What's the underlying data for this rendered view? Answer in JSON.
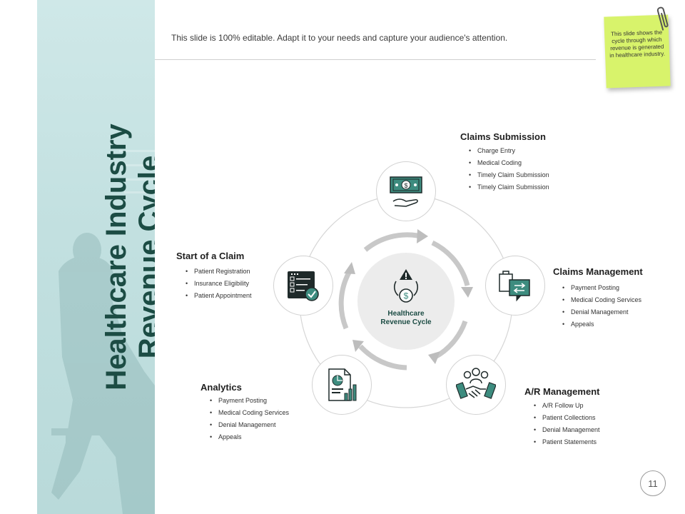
{
  "slide": {
    "title": "Healthcare Industry Revenue Cycle",
    "title_line1": "Healthcare Industry",
    "title_line2": "Revenue Cycle",
    "subtitle": "This slide is 100% editable. Adapt it to your needs and capture your audience's attention.",
    "note": "This slide shows the cycle through which revenue is generated in healthcare industry.",
    "page_number": "11"
  },
  "center": {
    "label_line1": "Healthcare",
    "label_line2": "Revenue Cycle",
    "icon": "money-cycle-icon"
  },
  "sections": {
    "claims_submission": {
      "title": "Claims Submission",
      "icon": "cash-hand-icon",
      "items": [
        "Charge Entry",
        "Medical Coding",
        "Timely Claim Submission",
        "Timely Claim Submission"
      ]
    },
    "claims_management": {
      "title": "Claims Management",
      "icon": "documents-sync-icon",
      "items": [
        "Payment Posting",
        "Medical Coding Services",
        "Denial Management",
        "Appeals"
      ]
    },
    "ar_management": {
      "title": "A/R Management",
      "icon": "team-handshake-icon",
      "items": [
        "A/R Follow Up",
        "Patient Collections",
        "Denial Management",
        "Patient Statements"
      ]
    },
    "analytics": {
      "title": "Analytics",
      "icon": "report-chart-icon",
      "items": [
        "Payment Posting",
        "Medical Coding Services",
        "Denial Management",
        "Appeals"
      ]
    },
    "start_of_claim": {
      "title": "Start of a Claim",
      "icon": "checklist-icon",
      "items": [
        "Patient Registration",
        "Insurance Eligibility",
        "Patient Appointment"
      ]
    }
  },
  "colors": {
    "accent": "#1c4c44",
    "panel": "#c2e0e0",
    "note": "#d8f36b",
    "icon_stroke": "#1f2a2a",
    "icon_fill": "#3d8c7f"
  }
}
